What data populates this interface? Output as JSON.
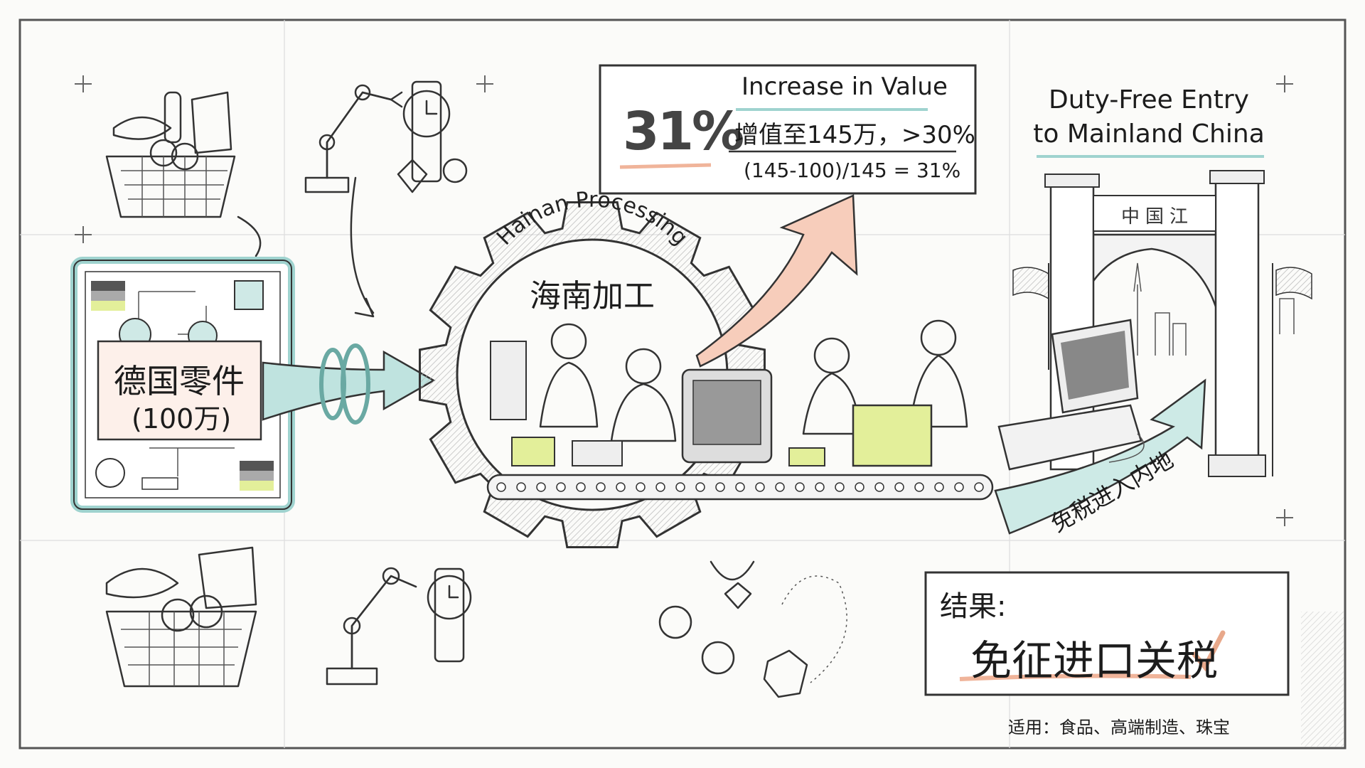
{
  "colors": {
    "teal": "#9fd3cf",
    "salmon": "#f0b49a",
    "lime": "#e3ef9a",
    "ink": "#2a2a2a",
    "paper": "#fbfbf9"
  },
  "source_panel": {
    "title": "德国零件",
    "value": "(100万)",
    "icons": [
      "germany-flag-icon",
      "chip-icon",
      "gear-icon",
      "connector-icon"
    ]
  },
  "process": {
    "arc_label": "Hainan Processing",
    "title": "海南加工"
  },
  "value_box": {
    "big_percent": "31%",
    "heading": "Increase in Value",
    "line": "增值至145万，>30%",
    "formula": "(145-100)/145 = 31%"
  },
  "entry": {
    "title_line1": "Duty-Free Entry",
    "title_line2": "to Mainland China",
    "gate_sign": "中国江",
    "arrow_label": "免税进入内地"
  },
  "result": {
    "label": "结果:",
    "value": "免征进口关税",
    "check_icon": "check-icon"
  },
  "applies": "适用：食品、高端制造、珠宝"
}
